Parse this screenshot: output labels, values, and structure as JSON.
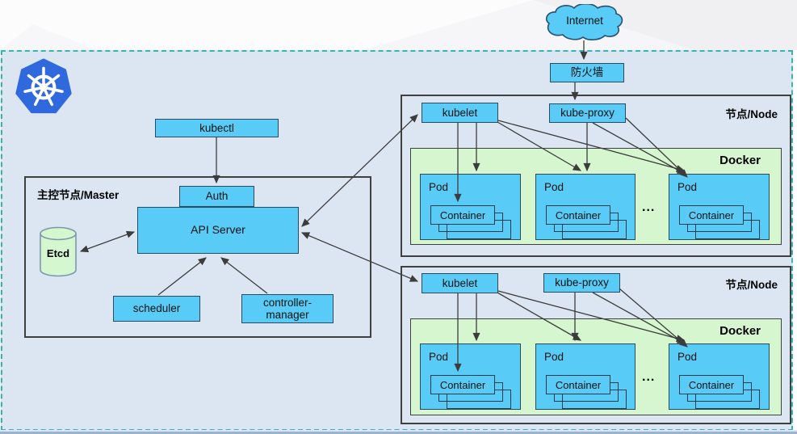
{
  "internet": {
    "label": "Internet"
  },
  "firewall": {
    "label": "防火墙"
  },
  "master": {
    "label": "主控节点/Master",
    "kubectl_label": "kubectl",
    "auth_label": "Auth",
    "api_server_label": "API Server",
    "etcd_label": "Etcd",
    "scheduler_label": "scheduler",
    "controller_manager_label": "controller-manager"
  },
  "nodes": [
    {
      "label": "节点/Node",
      "kubelet_label": "kubelet",
      "kube_proxy_label": "kube-proxy",
      "docker_label": "Docker",
      "ellipsis": "...",
      "pods": [
        {
          "label": "Pod",
          "container_label": "Container"
        },
        {
          "label": "Pod",
          "container_label": "Container"
        },
        {
          "label": "Pod",
          "container_label": "Container"
        }
      ]
    },
    {
      "label": "节点/Node",
      "kubelet_label": "kubelet",
      "kube_proxy_label": "kube-proxy",
      "docker_label": "Docker",
      "ellipsis": "...",
      "pods": [
        {
          "label": "Pod",
          "container_label": "Container"
        },
        {
          "label": "Pod",
          "container_label": "Container"
        },
        {
          "label": "Pod",
          "container_label": "Container"
        }
      ]
    }
  ],
  "colors": {
    "box_blue": "#58CCF6",
    "docker_green": "#D6F6CF",
    "etcd_green": "#D5F7D0",
    "region_bg": "#DCE6F2",
    "k8s_logo_blue": "#3069DE",
    "arrow_dark": "#3C3C3C",
    "dashed_border_teal": "#35B6AE"
  }
}
